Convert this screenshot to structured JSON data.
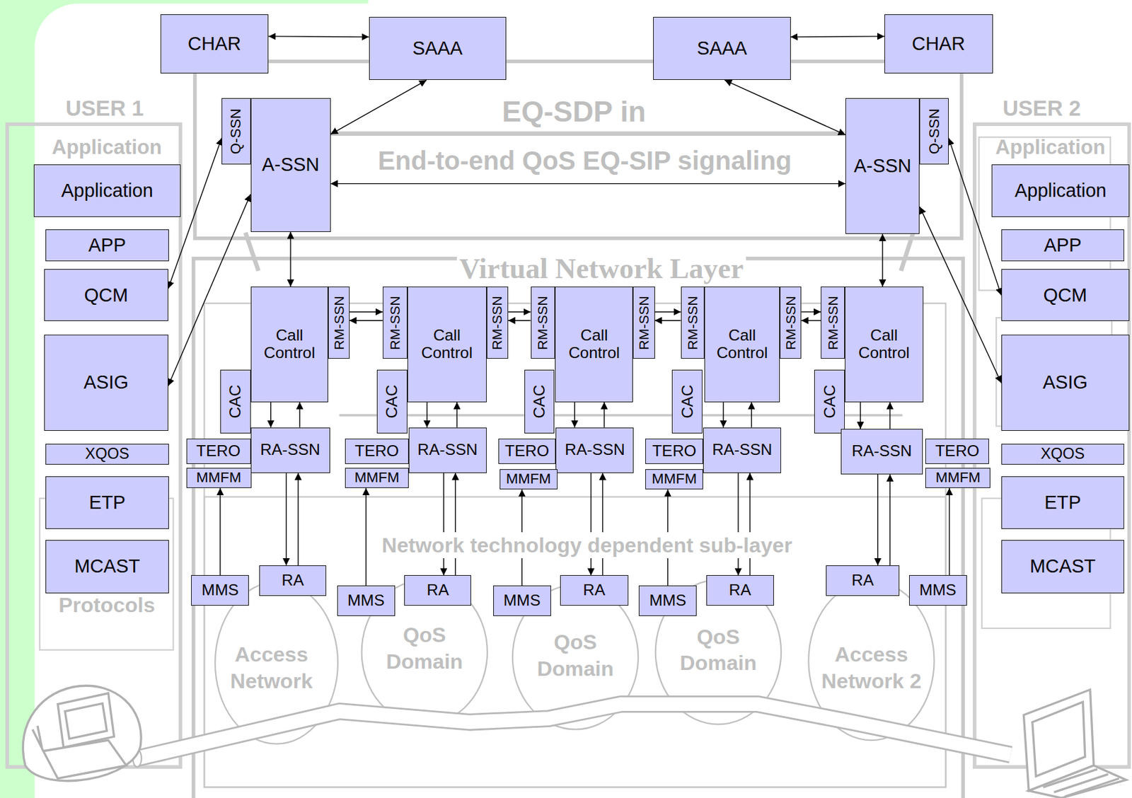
{
  "diagram": {
    "nodes": [
      {
        "text": [
          "CHAR"
        ]
      },
      {
        "text": [
          "SAAA"
        ]
      },
      {
        "text": [
          "SAAA"
        ]
      },
      {
        "text": [
          "CHAR"
        ]
      },
      {
        "text": [
          "Q-SSN"
        ]
      },
      {
        "text": [
          "A-SSN"
        ]
      },
      {
        "text": [
          "A-SSN"
        ]
      },
      {
        "text": [
          "Q-SSN"
        ]
      },
      {
        "text": [
          "Application"
        ]
      },
      {
        "text": [
          "APP"
        ]
      },
      {
        "text": [
          "QCM"
        ]
      },
      {
        "text": [
          "ASIG"
        ]
      },
      {
        "text": [
          "XQOS"
        ]
      },
      {
        "text": [
          "ETP"
        ]
      },
      {
        "text": [
          "MCAST"
        ]
      },
      {
        "text": [
          "Application"
        ]
      },
      {
        "text": [
          "APP"
        ]
      },
      {
        "text": [
          "QCM"
        ]
      },
      {
        "text": [
          "ASIG"
        ]
      },
      {
        "text": [
          "XQOS"
        ]
      },
      {
        "text": [
          "ETP"
        ]
      },
      {
        "text": [
          "MCAST"
        ]
      },
      {
        "text": [
          "Call Control"
        ]
      },
      {
        "text": [
          "RM-SSN"
        ]
      },
      {
        "text": [
          "RM-SSN"
        ]
      },
      {
        "text": [
          "Call Control"
        ]
      },
      {
        "text": [
          "RM-SSN"
        ]
      },
      {
        "text": [
          "RM-SSN"
        ]
      },
      {
        "text": [
          "Call Control"
        ]
      },
      {
        "text": [
          "RM-SSN"
        ]
      },
      {
        "text": [
          "RM-SSN"
        ]
      },
      {
        "text": [
          "Call Control"
        ]
      },
      {
        "text": [
          "RM-SSN"
        ]
      },
      {
        "text": [
          "RM-SSN"
        ]
      },
      {
        "text": [
          "Call Control"
        ]
      },
      {
        "text": [
          "CAC"
        ]
      },
      {
        "text": [
          "CAC"
        ]
      },
      {
        "text": [
          "CAC"
        ]
      },
      {
        "text": [
          "CAC"
        ]
      },
      {
        "text": [
          "CAC"
        ]
      },
      {
        "text": [
          "TERO"
        ]
      },
      {
        "text": [
          "RA-SSN"
        ]
      },
      {
        "text": [
          "TERO"
        ]
      },
      {
        "text": [
          "RA-SSN"
        ]
      },
      {
        "text": [
          "TERO"
        ]
      },
      {
        "text": [
          "RA-SSN"
        ]
      },
      {
        "text": [
          "TERO"
        ]
      },
      {
        "text": [
          "RA-SSN"
        ]
      },
      {
        "text": [
          "RA-SSN"
        ]
      },
      {
        "text": [
          "TERO"
        ]
      },
      {
        "text": [
          "MMFM"
        ]
      },
      {
        "text": [
          "MMFM"
        ]
      },
      {
        "text": [
          "MMFM"
        ]
      },
      {
        "text": [
          "MMFM"
        ]
      },
      {
        "text": [
          "MMFM"
        ]
      },
      {
        "text": [
          "MMS"
        ]
      },
      {
        "text": [
          "RA"
        ]
      },
      {
        "text": [
          "MMS"
        ]
      },
      {
        "text": [
          "RA"
        ]
      },
      {
        "text": [
          "MMS"
        ]
      },
      {
        "text": [
          "RA"
        ]
      },
      {
        "text": [
          "MMS"
        ]
      },
      {
        "text": [
          "RA"
        ]
      },
      {
        "text": [
          "RA"
        ]
      },
      {
        "text": [
          "MMS"
        ]
      }
    ],
    "edges": [
      {
        "from": 0,
        "to": 1,
        "arrow": "both"
      },
      {
        "from": 1,
        "to": 5,
        "arrow": "both"
      },
      {
        "from": 5,
        "to": 6,
        "arrow": "both"
      },
      {
        "from": 2,
        "to": 6,
        "arrow": "both"
      },
      {
        "from": 2,
        "to": 3,
        "arrow": "both"
      },
      {
        "from": 5,
        "to": 22,
        "arrow": "both"
      },
      {
        "from": 6,
        "to": 34,
        "arrow": "both"
      },
      {
        "from": 4,
        "to": 10,
        "arrow": "both"
      },
      {
        "from": 5,
        "to": 11,
        "arrow": "both"
      },
      {
        "from": 7,
        "to": 17,
        "arrow": "both"
      },
      {
        "from": 6,
        "to": 18,
        "arrow": "both"
      },
      {
        "from": 23,
        "to": 24,
        "arrow": "to"
      },
      {
        "from": 24,
        "to": 23,
        "arrow": "to"
      },
      {
        "from": 26,
        "to": 27,
        "arrow": "to"
      },
      {
        "from": 27,
        "to": 26,
        "arrow": "to"
      },
      {
        "from": 29,
        "to": 30,
        "arrow": "to"
      },
      {
        "from": 30,
        "to": 29,
        "arrow": "to"
      },
      {
        "from": 32,
        "to": 33,
        "arrow": "to"
      },
      {
        "from": 33,
        "to": 32,
        "arrow": "to"
      },
      {
        "from": 22,
        "to": 41,
        "arrow": "to"
      },
      {
        "from": 41,
        "to": 22,
        "arrow": "to"
      },
      {
        "from": 25,
        "to": 43,
        "arrow": "to"
      },
      {
        "from": 43,
        "to": 25,
        "arrow": "to"
      },
      {
        "from": 28,
        "to": 45,
        "arrow": "to"
      },
      {
        "from": 45,
        "to": 28,
        "arrow": "to"
      },
      {
        "from": 31,
        "to": 47,
        "arrow": "to"
      },
      {
        "from": 47,
        "to": 31,
        "arrow": "to"
      },
      {
        "from": 34,
        "to": 48,
        "arrow": "to"
      },
      {
        "from": 48,
        "to": 34,
        "arrow": "to"
      },
      {
        "from": 41,
        "to": 56,
        "arrow": "to"
      },
      {
        "from": 56,
        "to": 41,
        "arrow": "to"
      },
      {
        "from": 43,
        "to": 58,
        "arrow": "to"
      },
      {
        "from": 58,
        "to": 43,
        "arrow": "to"
      },
      {
        "from": 45,
        "to": 60,
        "arrow": "to"
      },
      {
        "from": 60,
        "to": 45,
        "arrow": "to"
      },
      {
        "from": 47,
        "to": 62,
        "arrow": "to"
      },
      {
        "from": 62,
        "to": 47,
        "arrow": "to"
      },
      {
        "from": 48,
        "to": 63,
        "arrow": "to"
      },
      {
        "from": 63,
        "to": 48,
        "arrow": "to"
      },
      {
        "from": 55,
        "to": 50,
        "arrow": "to"
      },
      {
        "from": 57,
        "to": 51,
        "arrow": "to"
      },
      {
        "from": 59,
        "to": 52,
        "arrow": "to"
      },
      {
        "from": 61,
        "to": 53,
        "arrow": "to"
      },
      {
        "from": 64,
        "to": 54,
        "arrow": "to"
      }
    ],
    "labels": [
      "USER 1",
      "USER 2",
      "Application",
      "Application",
      "EQ-SDP in",
      "End-to-end QoS EQ-SIP signaling",
      "Virtual Network Layer",
      "Network technology dependent sub-layer",
      "Protocols",
      "Access Network",
      "QoS Domain",
      "QoS Domain",
      "QoS Domain",
      "Access Network 2"
    ]
  }
}
